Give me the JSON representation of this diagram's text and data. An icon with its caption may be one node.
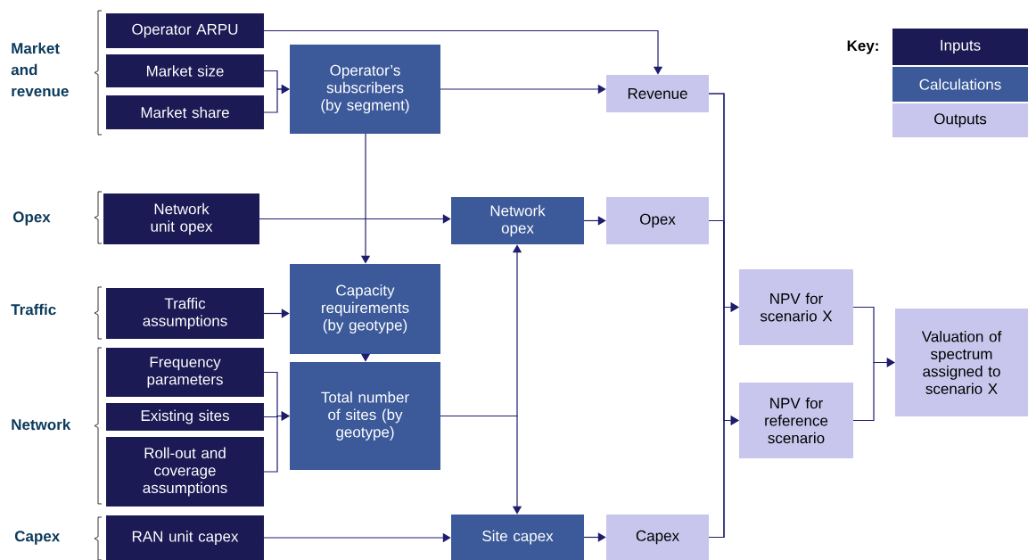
{
  "diagram": {
    "nodes": [
      {
        "text": [
          "Operator ARPU"
        ]
      },
      {
        "text": [
          "Market size"
        ]
      },
      {
        "text": [
          "Market share"
        ]
      },
      {
        "text": [
          "Operator’s subscribers (by segment)"
        ]
      },
      {
        "text": [
          "Revenue"
        ]
      },
      {
        "text": [
          "Network unit opex"
        ]
      },
      {
        "text": [
          "Network opex"
        ]
      },
      {
        "text": [
          "Opex"
        ]
      },
      {
        "text": [
          "Traffic assumptions"
        ]
      },
      {
        "text": [
          "Capacity requirements (by geotype)"
        ]
      },
      {
        "text": [
          "Frequency parameters"
        ]
      },
      {
        "text": [
          "Existing sites"
        ]
      },
      {
        "text": [
          "Roll-out and coverage assumptions"
        ]
      },
      {
        "text": [
          "Total number of sites (by geotype)"
        ]
      },
      {
        "text": [
          "RAN unit capex"
        ]
      },
      {
        "text": [
          "Site capex"
        ]
      },
      {
        "text": [
          "Capex"
        ]
      },
      {
        "text": [
          "NPV for scenario X"
        ]
      },
      {
        "text": [
          "NPV for reference scenario"
        ]
      },
      {
        "text": [
          "Valuation of spectrum assigned to scenario X"
        ]
      }
    ],
    "edges": [
      {
        "from": 0,
        "to": 4,
        "arrow": "to"
      },
      {
        "from": 1,
        "to": 3,
        "arrow": "to"
      },
      {
        "from": 2,
        "to": 3,
        "arrow": "to"
      },
      {
        "from": 3,
        "to": 4,
        "arrow": "to"
      },
      {
        "from": 3,
        "to": 9,
        "arrow": "to"
      },
      {
        "from": 5,
        "to": 6,
        "arrow": "to"
      },
      {
        "from": 6,
        "to": 7,
        "arrow": "to"
      },
      {
        "from": 8,
        "to": 9,
        "arrow": "to"
      },
      {
        "from": 9,
        "to": 13,
        "arrow": "to"
      },
      {
        "from": 10,
        "to": 13,
        "arrow": "to"
      },
      {
        "from": 11,
        "to": 13,
        "arrow": "to"
      },
      {
        "from": 12,
        "to": 13,
        "arrow": "to"
      },
      {
        "from": 13,
        "to": 6,
        "arrow": "to"
      },
      {
        "from": 13,
        "to": 15,
        "arrow": "to"
      },
      {
        "from": 14,
        "to": 15,
        "arrow": "to"
      },
      {
        "from": 15,
        "to": 16,
        "arrow": "to"
      },
      {
        "from": 4,
        "to": 17,
        "arrow": "to"
      },
      {
        "from": 7,
        "to": 17,
        "arrow": "to"
      },
      {
        "from": 16,
        "to": 17,
        "arrow": "to"
      },
      {
        "from": 4,
        "to": 18,
        "arrow": "to"
      },
      {
        "from": 7,
        "to": 18,
        "arrow": "to"
      },
      {
        "from": 16,
        "to": 18,
        "arrow": "to"
      },
      {
        "from": 17,
        "to": 19,
        "arrow": "to"
      },
      {
        "from": 18,
        "to": 19,
        "arrow": "to"
      }
    ],
    "labels": [
      "Market and revenue",
      "Key:",
      "Opex",
      "Traffic",
      "Network",
      "Capex"
    ],
    "legend": [
      {
        "text": "Inputs",
        "color": "#1b1a55"
      },
      {
        "text": "Calculations",
        "color": "#3c5a9a"
      },
      {
        "text": "Outputs",
        "color": "#c8c6ec"
      }
    ]
  }
}
